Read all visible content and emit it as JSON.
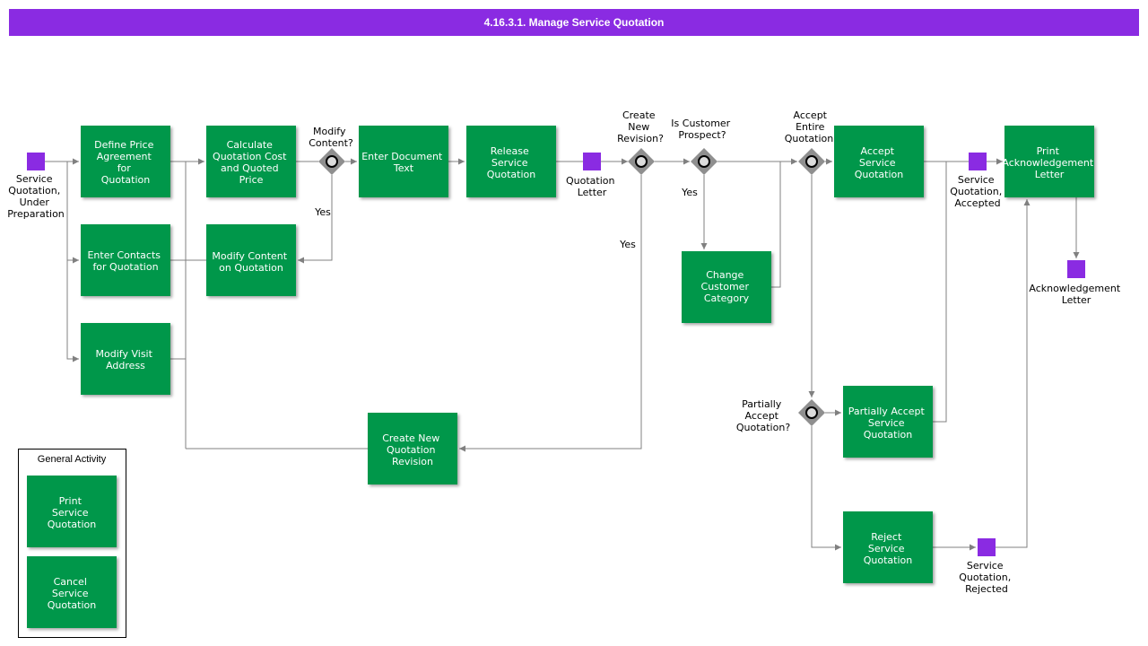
{
  "diagram": {
    "title": "4.16.3.1. Manage Service Quotation",
    "tasks": {
      "define_price": [
        "Define Price",
        "Agreement",
        "for",
        "Quotation"
      ],
      "calculate_cost": [
        "Calculate",
        "Quotation Cost",
        "and Quoted",
        "Price"
      ],
      "enter_doc_text": [
        "Enter Document",
        "Text"
      ],
      "release": [
        "Release",
        "Service",
        "Quotation"
      ],
      "enter_contacts": [
        "Enter Contacts",
        "for Quotation"
      ],
      "modify_content": [
        "Modify Content",
        "on Quotation"
      ],
      "modify_visit": [
        "Modify Visit",
        "Address"
      ],
      "create_revision": [
        "Create New",
        "Quotation",
        "Revision"
      ],
      "change_category": [
        "Change",
        "Customer",
        "Category"
      ],
      "accept": [
        "Accept",
        "Service",
        "Quotation"
      ],
      "partially_accept": [
        "Partially Accept",
        "Service",
        "Quotation"
      ],
      "reject": [
        "Reject",
        "Service",
        "Quotation"
      ],
      "print_ack": [
        "Print",
        "Acknowledgement",
        "Letter"
      ]
    },
    "documents": {
      "under_prep": [
        "Service",
        "Quotation,",
        "Under",
        "Preparation"
      ],
      "quotation_letter": [
        "Quotation",
        "Letter"
      ],
      "accepted": [
        "Service",
        "Quotation,",
        "Accepted"
      ],
      "ack_letter": [
        "Acknowledgement",
        "Letter"
      ],
      "rejected": [
        "Service",
        "Quotation,",
        "Rejected"
      ]
    },
    "gateways": {
      "modify_content": [
        "Modify",
        "Content?"
      ],
      "create_revision": [
        "Create",
        "New",
        "Revision?"
      ],
      "customer_prospect": [
        "Is Customer",
        "Prospect?"
      ],
      "accept_entire": [
        "Accept",
        "Entire",
        "Quotation"
      ],
      "partially_accept": [
        "Partially",
        "Accept",
        "Quotation?"
      ]
    },
    "edge_labels": {
      "modify_yes": "Yes",
      "revision_yes": "Yes",
      "prospect_yes": "Yes"
    },
    "legend": {
      "title": "General Activity",
      "print": [
        "Print",
        "Service",
        "Quotation"
      ],
      "cancel": [
        "Cancel",
        "Service",
        "Quotation"
      ]
    }
  }
}
